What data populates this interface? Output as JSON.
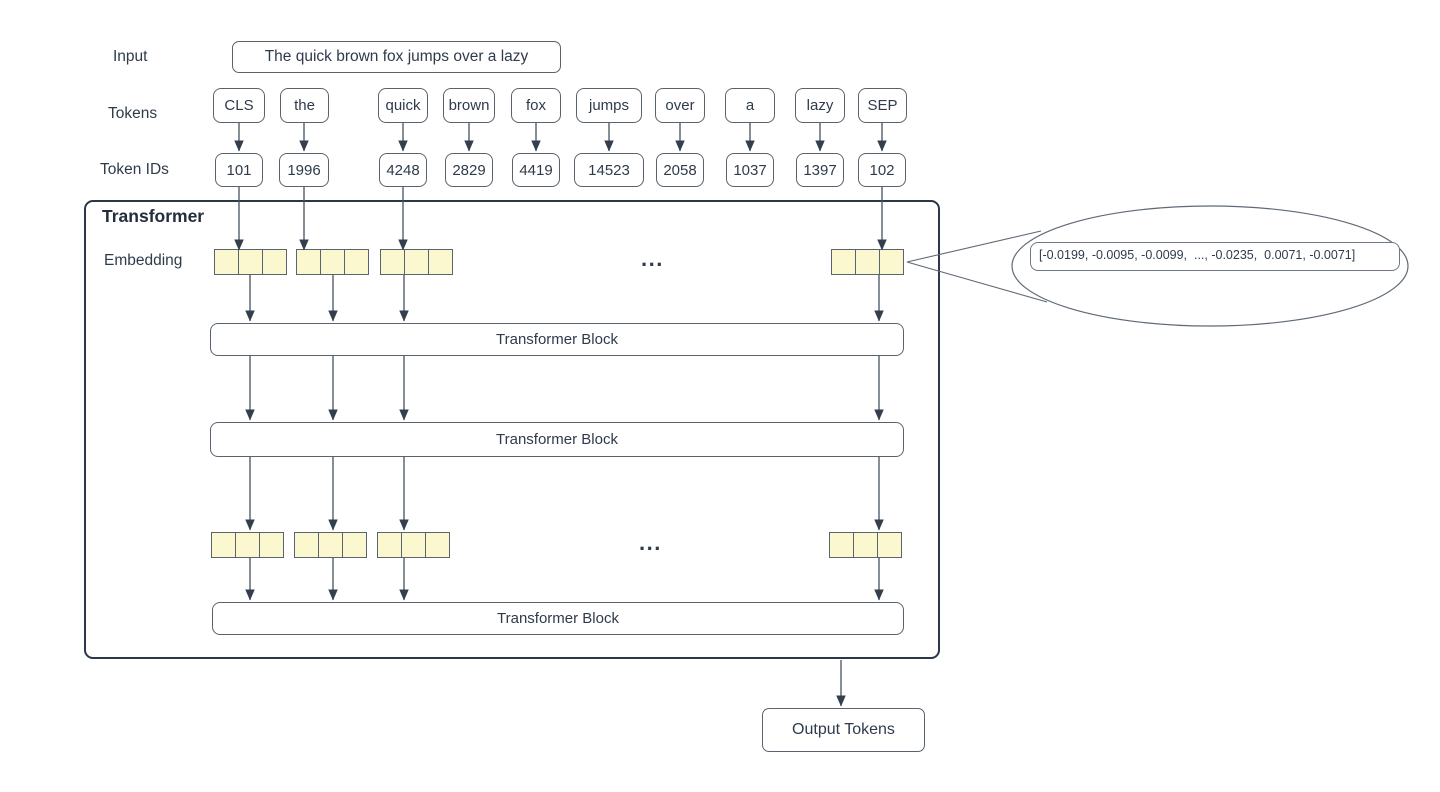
{
  "diagram": {
    "title": "Transformer",
    "row_labels": {
      "input": "Input",
      "tokens": "Tokens",
      "token_ids": "Token IDs",
      "embedding": "Embedding"
    },
    "input_sentence": "The quick brown fox jumps over a lazy",
    "tokens": [
      "CLS",
      "the",
      "quick",
      "brown",
      "fox",
      "jumps",
      "over",
      "a",
      "lazy",
      "SEP"
    ],
    "token_ids": [
      "101",
      "1996",
      "4248",
      "2829",
      "4419",
      "14523",
      "2058",
      "1037",
      "1397",
      "102"
    ],
    "ellipsis": "...",
    "transformer_blocks": [
      "Transformer Block",
      "Transformer Block",
      "Transformer Block"
    ],
    "embedding_vector_text": "[-0.0199, -0.0095, -0.0099,  ..., -0.0235,  0.0071, -0.0071]",
    "output_label": "Output Tokens",
    "colors": {
      "text_color": "#2f3b4a",
      "line_color": "#45515f",
      "arrowhead_color": "#333f4d",
      "box_border_color": "#59636e",
      "container_border_color": "#2b3847",
      "cell_fill_color": "#fbf8d0",
      "cell_border_color": "#5a6470",
      "callout_border_color": "#6e7884",
      "background_color": "#ffffff"
    }
  }
}
